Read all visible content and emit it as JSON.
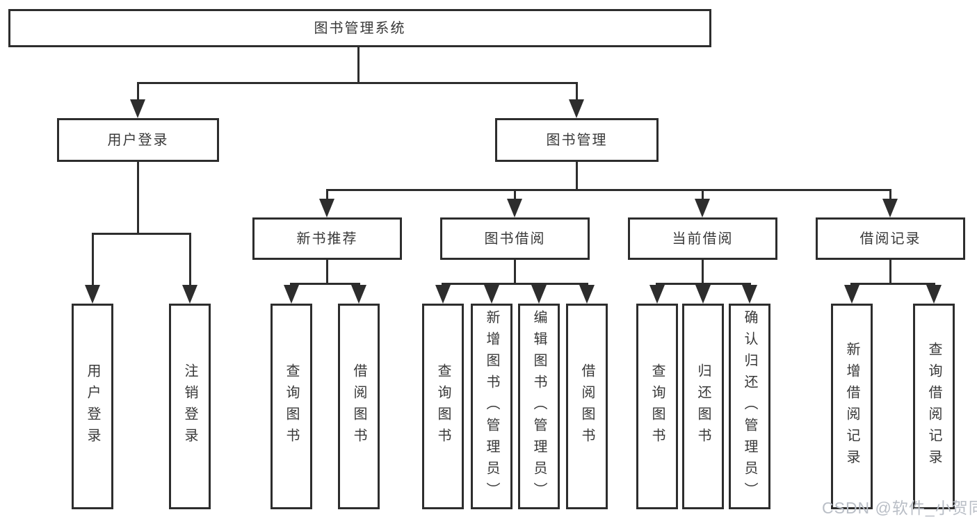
{
  "diagram": {
    "title": "图书管理系统",
    "branches": [
      {
        "label": "用户登录",
        "children": [
          {
            "label": "用户登录"
          },
          {
            "label": "注销登录"
          }
        ]
      },
      {
        "label": "图书管理",
        "children": [
          {
            "label": "新书推荐",
            "children": [
              {
                "label": "查询图书"
              },
              {
                "label": "借阅图书"
              }
            ]
          },
          {
            "label": "图书借阅",
            "children": [
              {
                "label": "查询图书"
              },
              {
                "label": "新增图书（管理员）"
              },
              {
                "label": "编辑图书（管理员）"
              },
              {
                "label": "借阅图书"
              }
            ]
          },
          {
            "label": "当前借阅",
            "children": [
              {
                "label": "查询图书"
              },
              {
                "label": "归还图书"
              },
              {
                "label": "确认归还（管理员）"
              }
            ]
          },
          {
            "label": "借阅记录",
            "children": [
              {
                "label": "新增借阅记录"
              },
              {
                "label": "查询借阅记录"
              }
            ]
          }
        ]
      }
    ]
  },
  "watermark": {
    "text": "CSDN @软件_小贺同学",
    "color": "#b9bec6"
  },
  "colors": {
    "line": "#2d2d2d",
    "text": "#383838",
    "background": "#ffffff"
  }
}
